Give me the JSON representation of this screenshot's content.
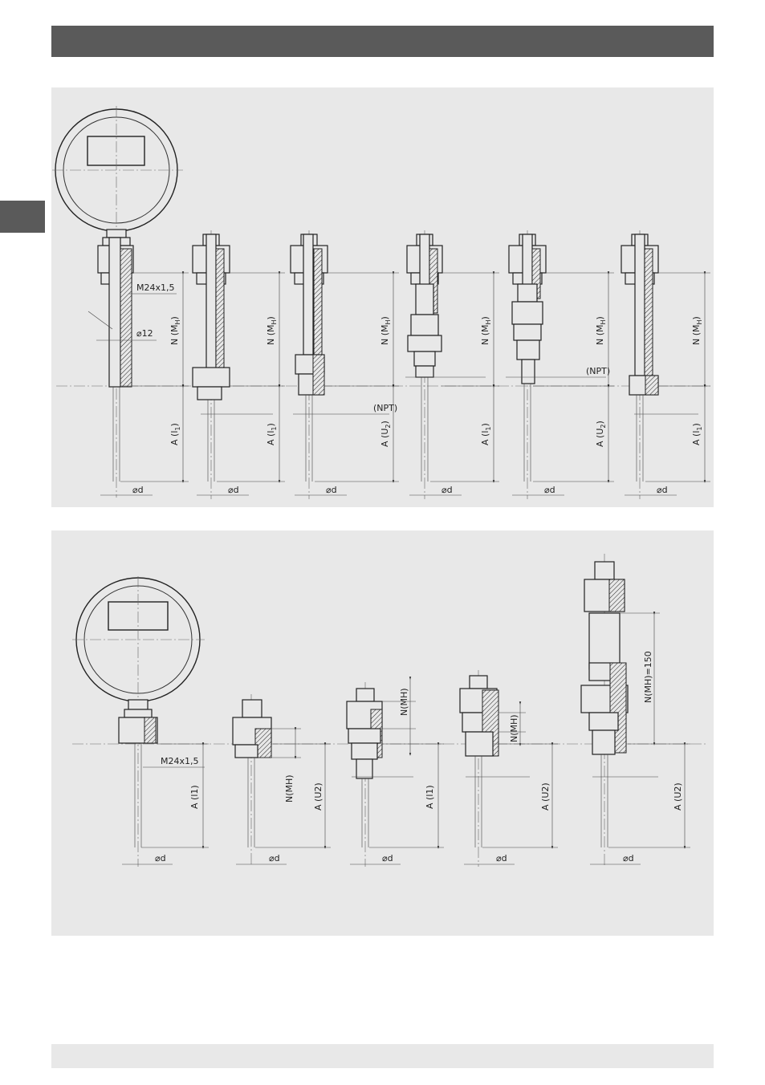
{
  "colors": {
    "bar": "#5a5a5a",
    "panel": "#e8e8e8",
    "line": "#222222"
  },
  "top": {
    "thread": "M24x1,5",
    "stem_dia": "⌀12",
    "dia": "⌀d",
    "npt": "(NPT)",
    "units": [
      {
        "n_label": "N (M",
        "n_sub": "H",
        "n_close": ")",
        "a_label": "A (l",
        "a_sub": "1",
        "a_close": ")"
      },
      {
        "n_label": "N (M",
        "n_sub": "H",
        "n_close": ")",
        "a_label": "A (l",
        "a_sub": "1",
        "a_close": ")"
      },
      {
        "n_label": "N (M",
        "n_sub": "H",
        "n_close": ")",
        "a_label": "A (U",
        "a_sub": "2",
        "a_close": ")"
      },
      {
        "n_label": "N (M",
        "n_sub": "H",
        "n_close": ")",
        "a_label": "A (l",
        "a_sub": "1",
        "a_close": ")"
      },
      {
        "n_label": "N (M",
        "n_sub": "H",
        "n_close": ")",
        "a_label": "A (U",
        "a_sub": "2",
        "a_close": ")"
      },
      {
        "n_label": "N (M",
        "n_sub": "H",
        "n_close": ")",
        "a_label": "A (l",
        "a_sub": "1",
        "a_close": ")"
      }
    ]
  },
  "bottom": {
    "thread": "M24x1,5",
    "dia": "⌀d",
    "n_mh": "N(MH)",
    "n_mh_150": "N(MH)=150",
    "a_l1": "A (l1)",
    "a_u2": "A (U2)"
  }
}
